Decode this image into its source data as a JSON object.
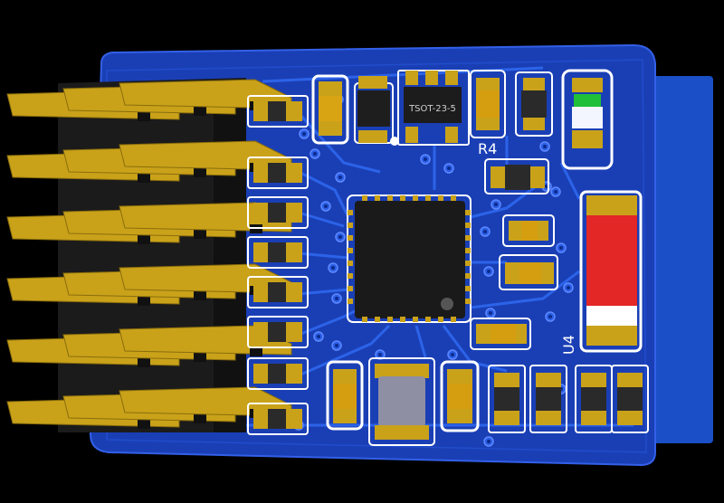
{
  "labels": {
    "ic_package": "TSOT-23-5",
    "resistor": "R4",
    "fuse": "U4"
  },
  "colors": {
    "background": "#000000",
    "board": "#1a3fb5",
    "board_dark": "#0d2a8a",
    "trace": "#2f5fe0",
    "silkscreen": "#ffffff",
    "pad_gold": "#c9a21a",
    "chip_black": "#1a1a1a",
    "fuse_red": "#e32626",
    "header_plastic": "#1b1b1b",
    "led_white": "#f4f6ff",
    "led_green": "#1fbf3a"
  },
  "components": {
    "header": {
      "rows": 6,
      "cols": 3
    },
    "left_resistor_column": {
      "count": 8
    },
    "bottom_resistors": {
      "count": 4
    }
  }
}
